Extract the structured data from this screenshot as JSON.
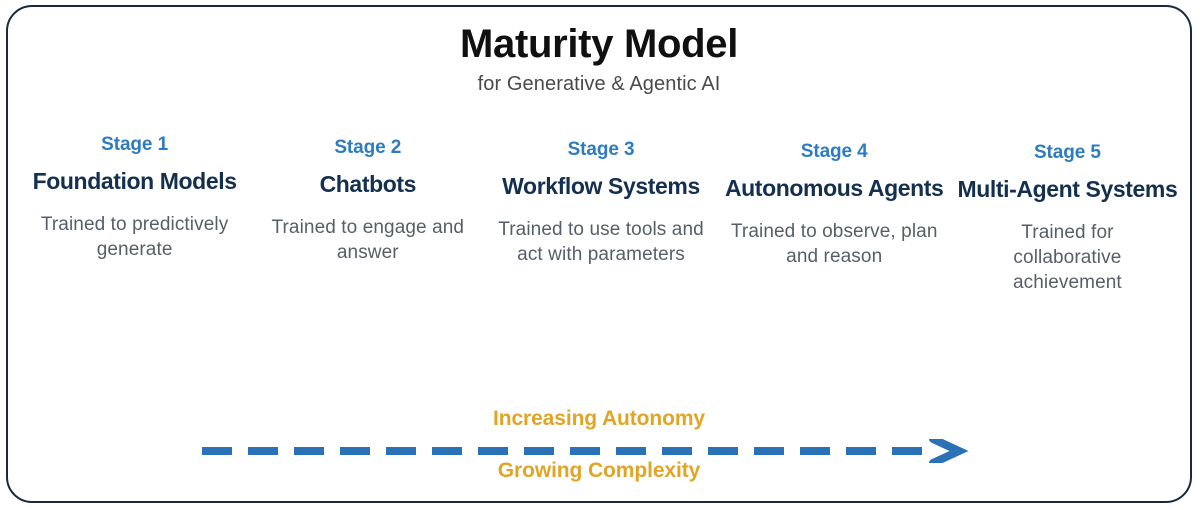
{
  "header": {
    "title": "Maturity Model",
    "subtitle": "for Generative & Agentic AI"
  },
  "stages": [
    {
      "label": "Stage 1",
      "title": "Foundation Models",
      "description": "Trained to predictively generate"
    },
    {
      "label": "Stage 2",
      "title": "Chatbots",
      "description": "Trained to engage and answer"
    },
    {
      "label": "Stage 3",
      "title": "Workflow Systems",
      "description": "Trained to use tools and act with parameters"
    },
    {
      "label": "Stage 4",
      "title": "Autonomous Agents",
      "description": "Trained to observe, plan and reason"
    },
    {
      "label": "Stage 5",
      "title": "Multi-Agent Systems",
      "description": "Trained for collaborative achievement"
    }
  ],
  "progression": {
    "top_caption": "Increasing Autonomy",
    "bottom_caption": "Growing Complexity",
    "arrow_icon": "dashed-right-arrow-icon"
  },
  "colors": {
    "stage_label_blue": "#2e7cc0",
    "stage_title_navy": "#14304e",
    "description_gray": "#565f69",
    "caption_gold": "#e0a526",
    "arrow_blue": "#2a72b5",
    "frame_border": "#16293d",
    "title_black": "#101010",
    "background": "#ffffff"
  }
}
